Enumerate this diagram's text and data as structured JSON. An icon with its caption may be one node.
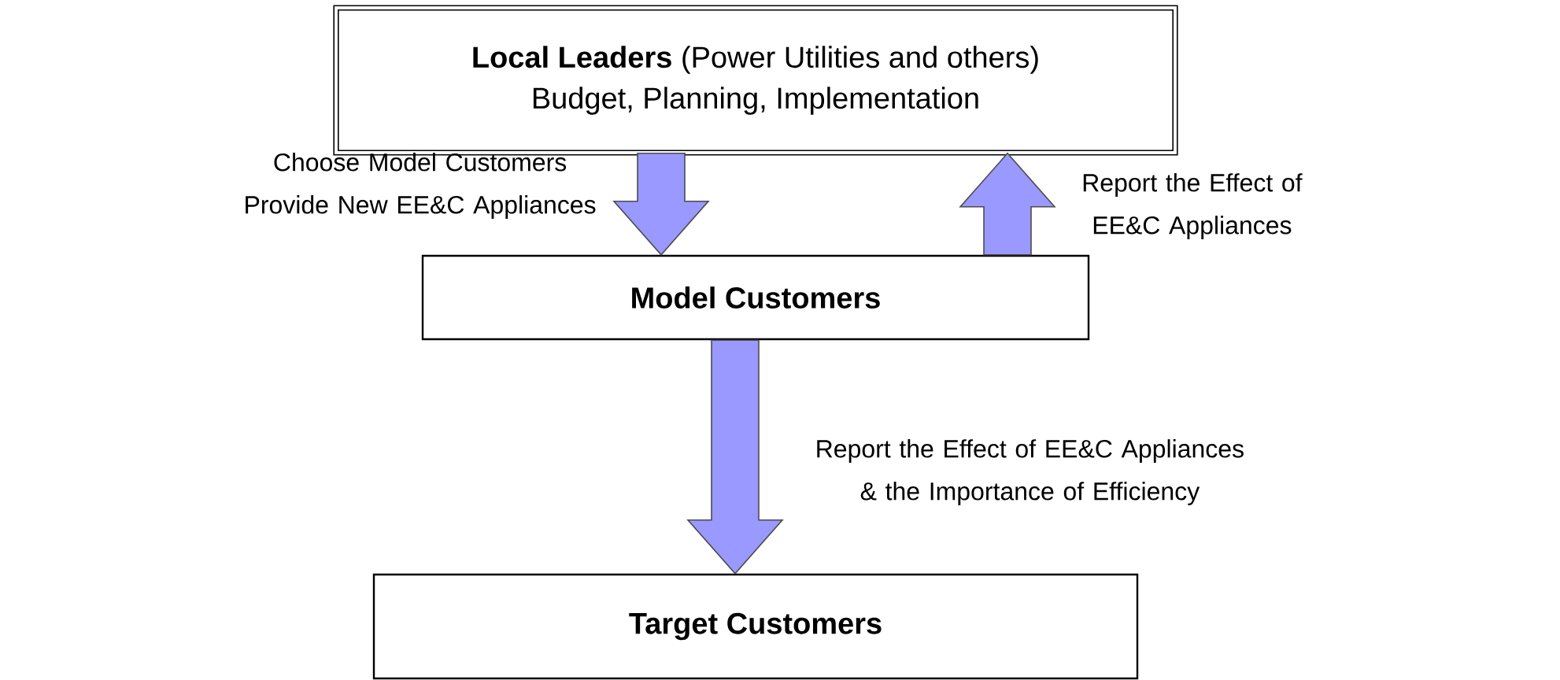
{
  "diagram": {
    "nodes": [
      {
        "text": [
          "**Local Leaders** (Power Utilities and others)",
          "Budget, Planning, Implementation"
        ]
      },
      {
        "text": [
          "Model Customers"
        ]
      },
      {
        "text": [
          "Target Customers"
        ]
      }
    ],
    "edges": [
      {
        "from": 0,
        "to": 1,
        "arrow": "to",
        "label": "Choose Model Customers Provide New EE&C Appliances"
      },
      {
        "from": 1,
        "to": 0,
        "arrow": "to",
        "label": "Report the Effect of EE&C Appliances"
      },
      {
        "from": 1,
        "to": 2,
        "arrow": "to",
        "label": "Report the Effect of EE&C Appliances & the Importance of Efficiency"
      }
    ]
  }
}
